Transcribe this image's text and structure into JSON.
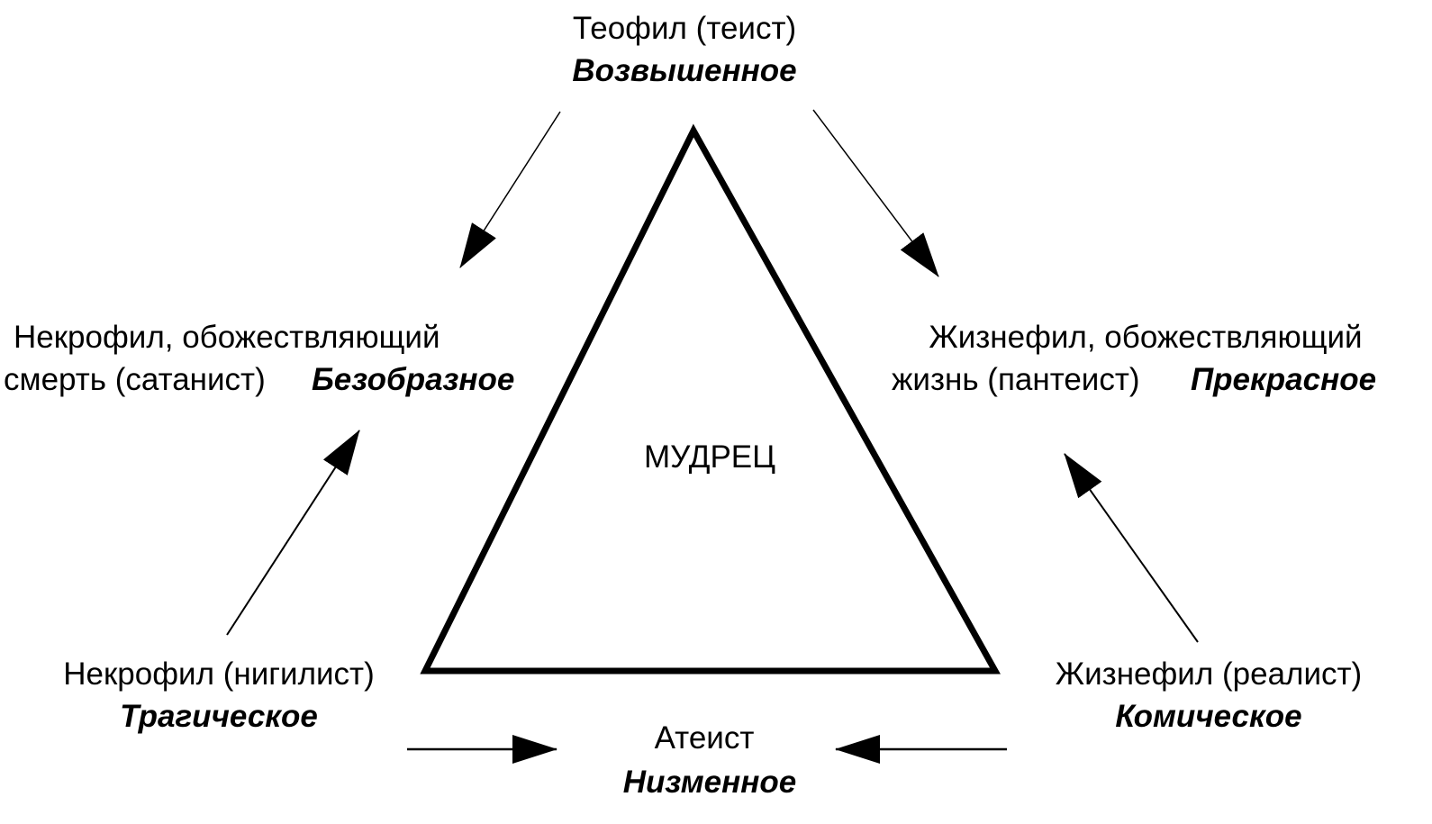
{
  "diagram": {
    "center": "МУДРЕЦ",
    "top": {
      "name": "Теофил (теист)",
      "category": "Возвышенное"
    },
    "left": {
      "line1": "Некрофил, обожествляющий",
      "line2": "смерть (сатанист)",
      "category": "Безобразное"
    },
    "right": {
      "line1": "Жизнефил, обожествляющий",
      "line2": "жизнь (пантеист)",
      "category": "Прекрасное"
    },
    "bottom_left": {
      "name": "Некрофил (нигилист)",
      "category": "Трагическое"
    },
    "bottom_right": {
      "name": "Жизнефил (реалист)",
      "category": "Комическое"
    },
    "bottom": {
      "name": "Атеист",
      "category": "Низменное"
    }
  }
}
